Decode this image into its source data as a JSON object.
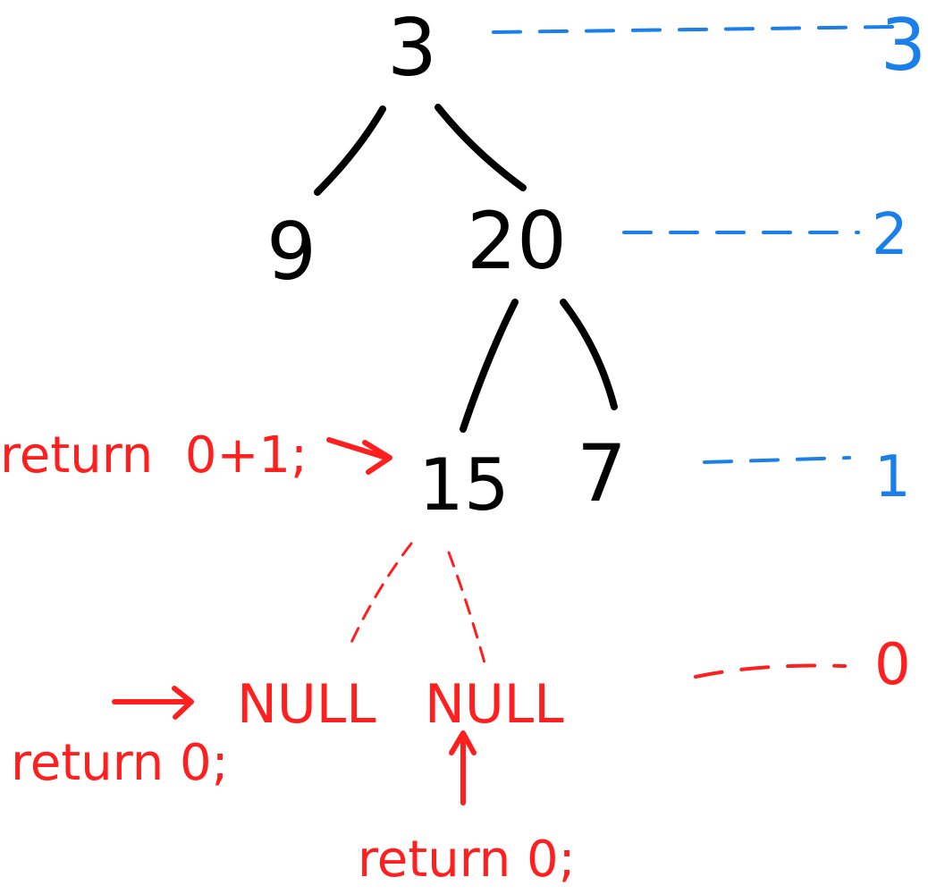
{
  "colors": {
    "tree": "#000000",
    "annotation": "#ff1f1f",
    "depth": "#1a7fe8"
  },
  "tree": {
    "root": "3",
    "left": "9",
    "right": "20",
    "right_left": "15",
    "right_right": "7",
    "null_left": "NULL",
    "null_right": "NULL"
  },
  "depths": {
    "level_root": "3",
    "level_2": "2",
    "level_1": "1",
    "level_0": "0"
  },
  "annotations": {
    "return_one": "return  0+1;",
    "return_zero_left": "return 0;",
    "return_zero_bottom": "return 0;"
  }
}
